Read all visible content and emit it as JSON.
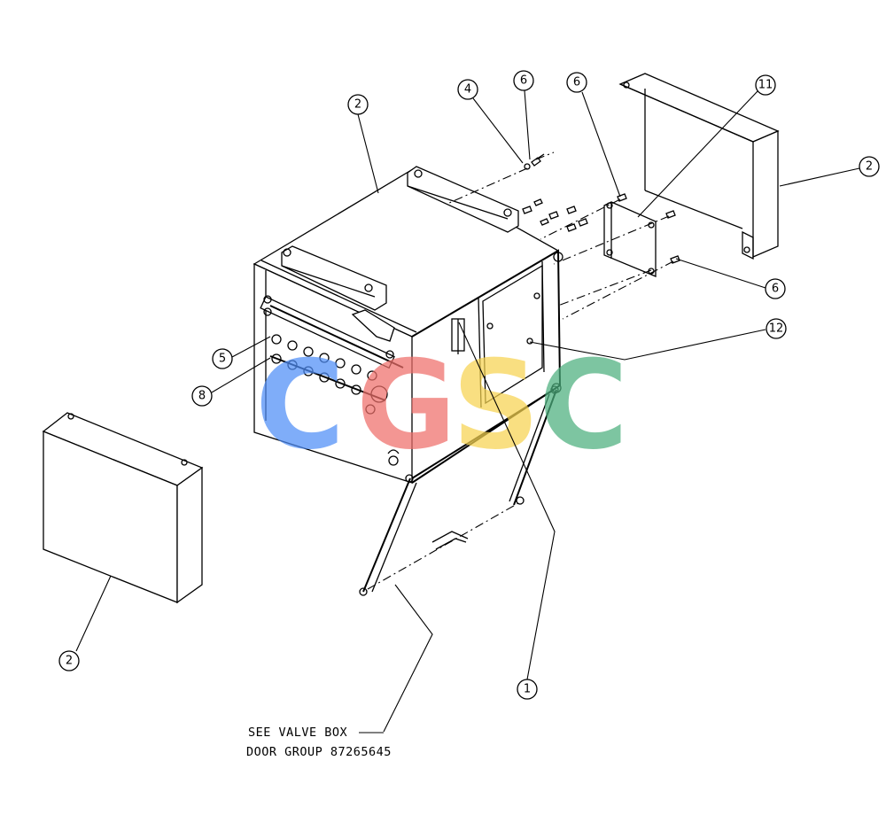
{
  "callouts": {
    "c1": "1",
    "c2a": "2",
    "c2b": "2",
    "c2c": "2",
    "c4": "4",
    "c5": "5",
    "c6a": "6",
    "c6b": "6",
    "c6c": "6",
    "c8": "8",
    "c11": "11",
    "c12": "12"
  },
  "note": {
    "line1": "SEE VALVE BOX",
    "line2": "DOOR GROUP 87265645"
  },
  "watermark": {
    "letters": [
      "C",
      "G",
      "S",
      "C"
    ],
    "colors": [
      "#4f8ef7",
      "#ef6f6a",
      "#f7d451",
      "#4caf7d"
    ]
  },
  "colors": {
    "line": "#000000",
    "background": "#ffffff"
  }
}
